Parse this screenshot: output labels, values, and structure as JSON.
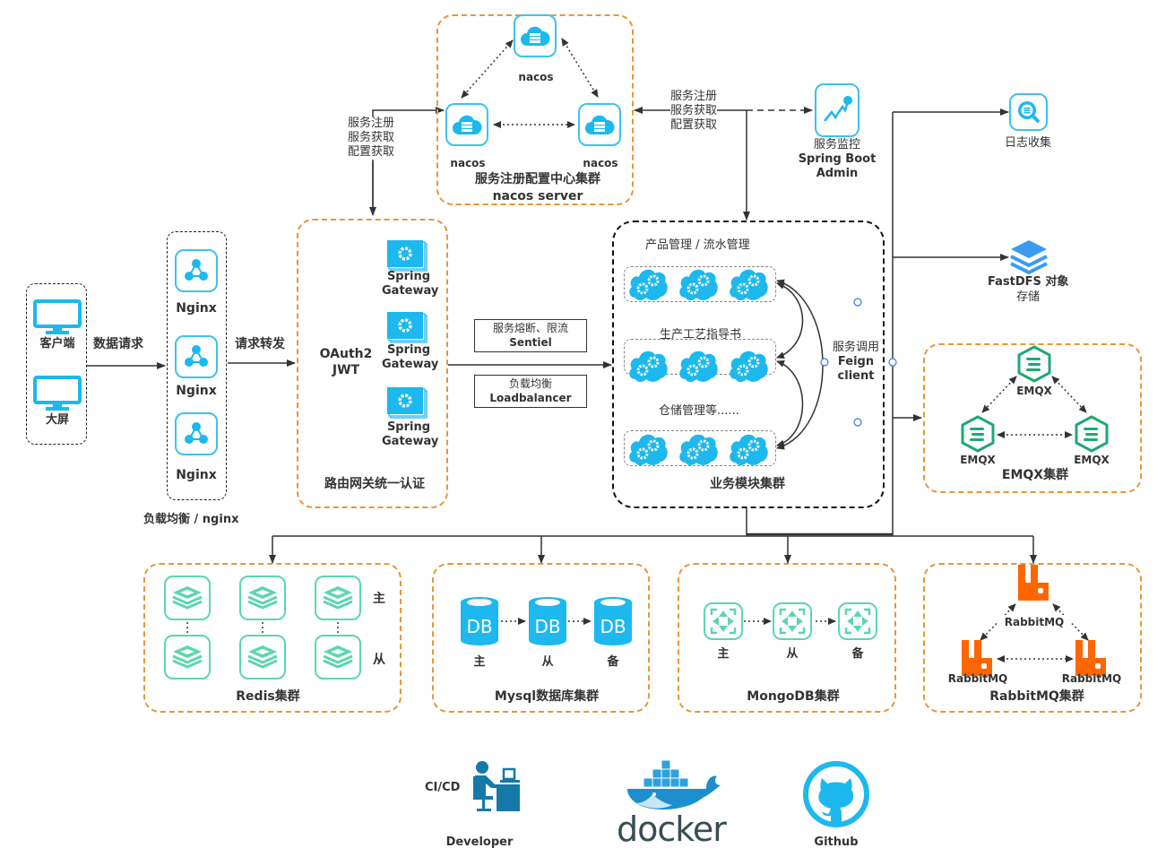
{
  "clients": {
    "items": [
      {
        "label": "客户端",
        "icon": "monitor-icon"
      },
      {
        "label": "大屏",
        "icon": "monitor-icon"
      }
    ],
    "request_label": "数据请求"
  },
  "nginx_group": {
    "caption": "负载均衡 / nginx",
    "nodes": [
      "Nginx",
      "Nginx",
      "Nginx"
    ],
    "forward_label": "请求转发"
  },
  "gateway_group": {
    "auth_label_1": "OAuth2",
    "auth_label_2": "JWT",
    "nodes": [
      {
        "line1": "Spring",
        "line2": "Gateway"
      },
      {
        "line1": "Spring",
        "line2": "Gateway"
      },
      {
        "line1": "Spring",
        "line2": "Gateway"
      }
    ],
    "caption": "路由网关统一认证"
  },
  "nacos_group": {
    "nodes": [
      "nacos",
      "nacos",
      "nacos"
    ],
    "caption_1": "服务注册配置中心集群",
    "caption_2": "nacos server",
    "left_link_label": [
      "服务注册",
      "服务获取",
      "配置获取"
    ],
    "right_link_label": [
      "服务注册",
      "服务获取",
      "配置获取"
    ]
  },
  "gateway_links": {
    "sentinel": {
      "line1": "服务熔断、限流",
      "line2": "Sentiel"
    },
    "loadbalancer": {
      "line1": "负载均衡",
      "line2": "Loadbalancer"
    }
  },
  "monitor": {
    "line1": "服务监控",
    "line2": "Spring Boot",
    "line3": "Admin"
  },
  "business_group": {
    "modules": [
      "产品管理 / 流水管理",
      "生产工艺指导书",
      "仓储管理等......"
    ],
    "feign_label": [
      "服务调用",
      "Feign",
      "client"
    ],
    "caption": "业务模块集群"
  },
  "log_collect": {
    "label": "日志收集"
  },
  "fastdfs": {
    "line1": "FastDFS 对象",
    "line2": "存储"
  },
  "emqx_group": {
    "nodes": [
      "EMQX",
      "EMQX",
      "EMQX"
    ],
    "caption": "EMQX集群"
  },
  "redis_group": {
    "master_label": "主",
    "slave_label": "从",
    "caption": "Redis集群"
  },
  "mysql_group": {
    "node_text": "DB",
    "roles": [
      "主",
      "从",
      "备"
    ],
    "caption": "Mysql数据库集群"
  },
  "mongodb_group": {
    "roles": [
      "主",
      "从",
      "备"
    ],
    "caption": "MongoDB集群"
  },
  "rabbitmq_group": {
    "nodes": [
      "RabbitMQ",
      "RabbitMQ",
      "RabbitMQ"
    ],
    "caption": "RabbitMQ集群"
  },
  "devops": {
    "cicd_label": "CI/CD",
    "developer_label": "Developer",
    "docker_label": "docker",
    "github_label": "Github"
  },
  "colors": {
    "orange_border": "#e8953a",
    "cyan_icon": "#1cb8ee",
    "green_icon": "#1fa874",
    "mint_icon": "#5cd6b0",
    "rabbit_orange": "#ff6600",
    "line": "#333333"
  }
}
